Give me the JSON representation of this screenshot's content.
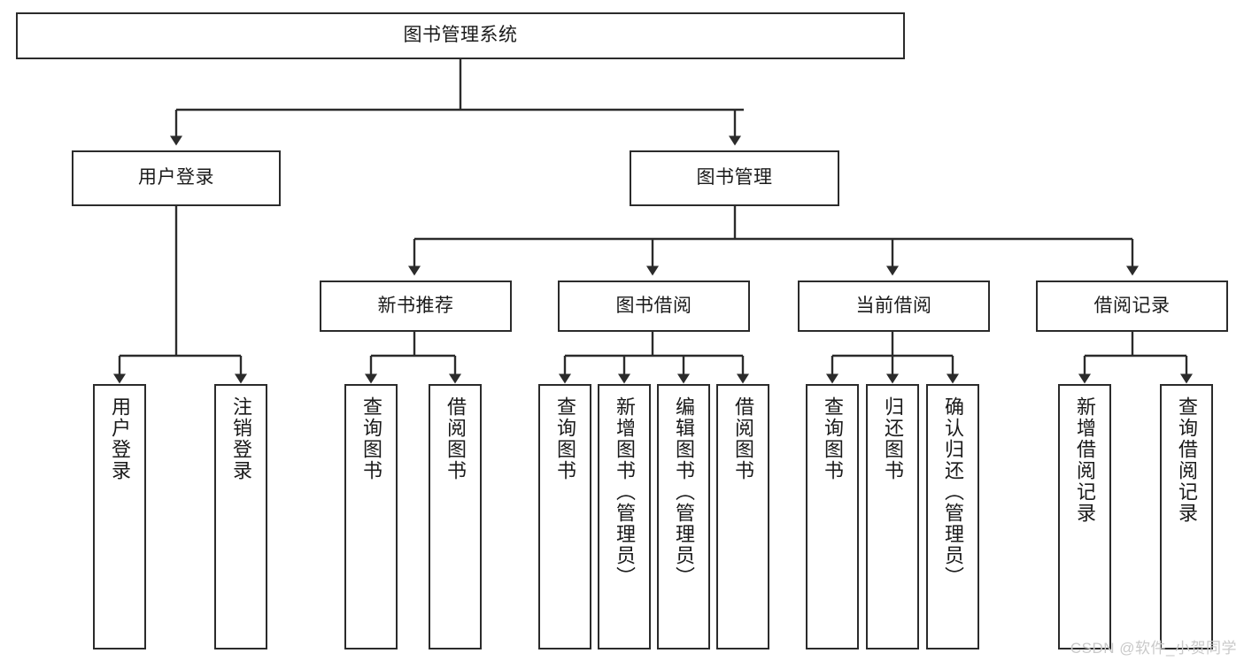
{
  "diagram": {
    "type": "org-chart",
    "title": "图书管理系统",
    "root": {
      "id": "root",
      "label": "图书管理系统"
    },
    "level2": [
      {
        "id": "user-login",
        "label": "用户登录"
      },
      {
        "id": "book-manage",
        "label": "图书管理"
      }
    ],
    "level3": [
      {
        "id": "new-book-rec",
        "label": "新书推荐",
        "parent": "book-manage"
      },
      {
        "id": "book-borrow",
        "label": "图书借阅",
        "parent": "book-manage"
      },
      {
        "id": "current-borrow",
        "label": "当前借阅",
        "parent": "book-manage"
      },
      {
        "id": "borrow-record",
        "label": "借阅记录",
        "parent": "book-manage"
      }
    ],
    "leaves": [
      {
        "id": "leaf-user-login",
        "label": "用户登录",
        "parent": "user-login"
      },
      {
        "id": "leaf-logout",
        "label": "注销登录",
        "parent": "user-login"
      },
      {
        "id": "leaf-query-book-1",
        "label": "查询图书",
        "parent": "new-book-rec"
      },
      {
        "id": "leaf-borrow-book-1",
        "label": "借阅图书",
        "parent": "new-book-rec"
      },
      {
        "id": "leaf-query-book-2",
        "label": "查询图书",
        "parent": "book-borrow"
      },
      {
        "id": "leaf-add-book",
        "label": "新增图书（管理员）",
        "parent": "book-borrow"
      },
      {
        "id": "leaf-edit-book",
        "label": "编辑图书（管理员）",
        "parent": "book-borrow"
      },
      {
        "id": "leaf-borrow-book-2",
        "label": "借阅图书",
        "parent": "book-borrow"
      },
      {
        "id": "leaf-query-book-3",
        "label": "查询图书",
        "parent": "current-borrow"
      },
      {
        "id": "leaf-return-book",
        "label": "归还图书",
        "parent": "current-borrow"
      },
      {
        "id": "leaf-confirm-return",
        "label": "确认归还（管理员）",
        "parent": "current-borrow"
      },
      {
        "id": "leaf-add-record",
        "label": "新增借阅记录",
        "parent": "borrow-record"
      },
      {
        "id": "leaf-query-record",
        "label": "查询借阅记录",
        "parent": "borrow-record"
      }
    ],
    "watermark": "CSDN @软件_小贺同学",
    "colors": {
      "stroke": "#2b2b2b",
      "fill": "#ffffff",
      "text": "#1a1a1a",
      "watermark": "#c9c9c9"
    }
  }
}
